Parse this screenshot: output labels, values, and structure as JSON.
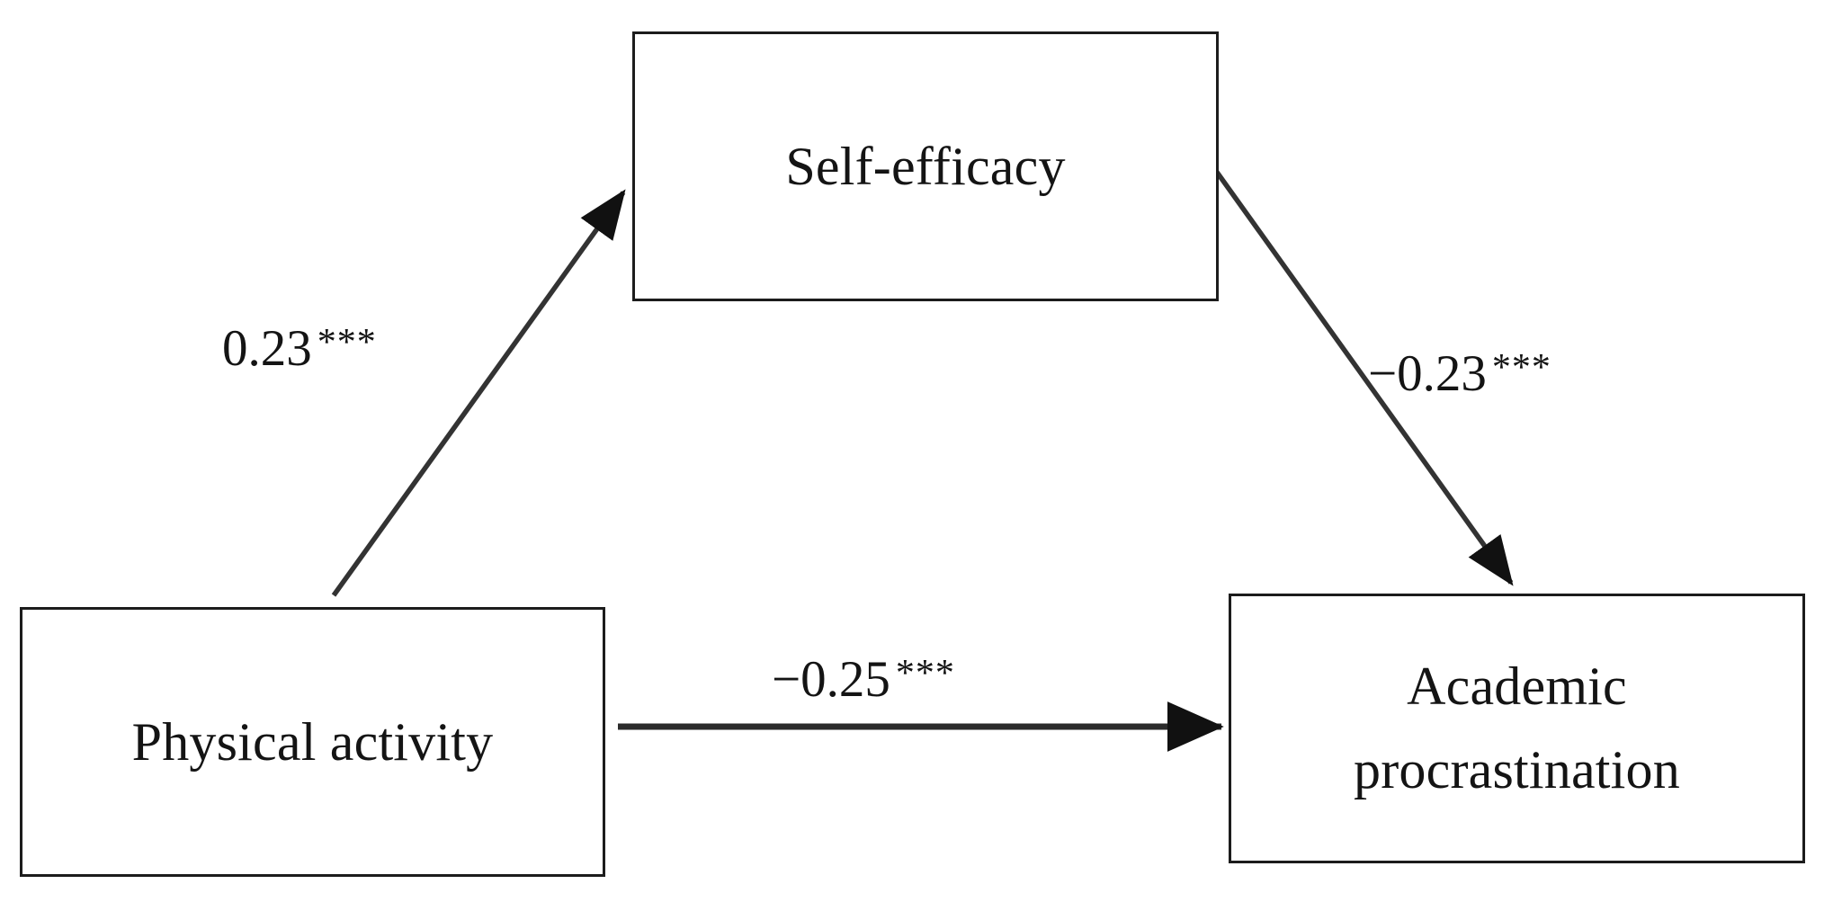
{
  "figure": {
    "type": "mediation-path-diagram",
    "background_color": "#ffffff",
    "line_color": "#1c1c1c",
    "text_color": "#141414"
  },
  "nodes": [
    {
      "id": "physical-activity",
      "label": "Physical activity",
      "role": "predictor"
    },
    {
      "id": "self-efficacy",
      "label": "Self-efficacy",
      "role": "mediator"
    },
    {
      "id": "academic-procrastination",
      "label_line1": "Academic",
      "label_line2": "procrastination",
      "role": "outcome"
    }
  ],
  "paths": [
    {
      "id": "a-path",
      "from": "physical-activity",
      "to": "self-efficacy",
      "coefficient": "0.23",
      "significance": "***",
      "direction": "up-right"
    },
    {
      "id": "b-path",
      "from": "self-efficacy",
      "to": "academic-procrastination",
      "coefficient": "−0.23",
      "significance": "***",
      "direction": "down-right"
    },
    {
      "id": "c-path",
      "from": "physical-activity",
      "to": "academic-procrastination",
      "coefficient": "−0.25",
      "significance": "***",
      "direction": "right"
    }
  ],
  "chart_data": {
    "type": "diagram",
    "title": "",
    "nodes": [
      "Physical activity",
      "Self-efficacy",
      "Academic procrastination"
    ],
    "edges": [
      {
        "source": "Physical activity",
        "target": "Self-efficacy",
        "value": 0.23,
        "label": "0.23 ***"
      },
      {
        "source": "Self-efficacy",
        "target": "Academic procrastination",
        "value": -0.23,
        "label": "−0.23 ***"
      },
      {
        "source": "Physical activity",
        "target": "Academic procrastination",
        "value": -0.25,
        "label": "−0.25 ***"
      }
    ]
  }
}
